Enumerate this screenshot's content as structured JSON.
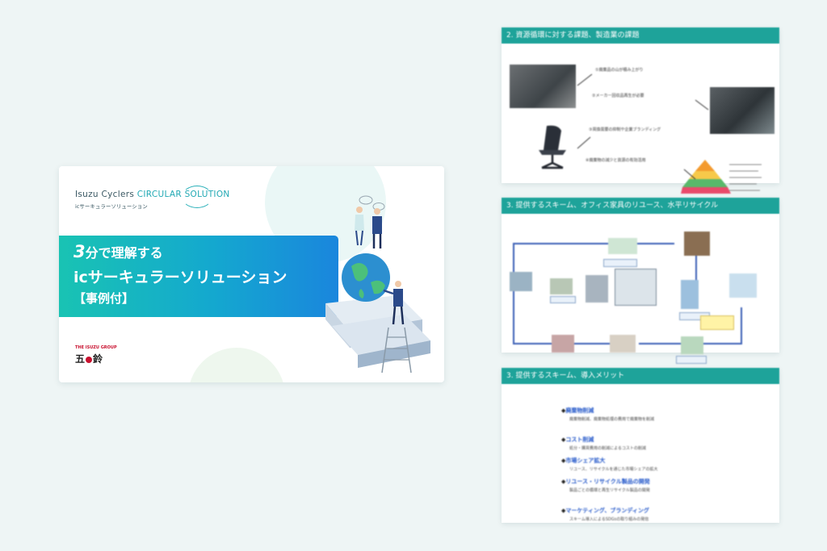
{
  "cover": {
    "brand_prefix": "Isuzu Cyclers ",
    "brand_accent": "CIRCULAR SOLUTION",
    "brand_sub": "icサーキュラーソリューション",
    "title_num": "3",
    "title_line1": "分で理解する",
    "title_line2": "icサーキュラーソリューション",
    "title_line3": "【事例付】",
    "group_label": "THE ISUZU GROUP",
    "group_logo_left": "五",
    "group_logo_right": "鈴"
  },
  "slides": [
    {
      "header": "2. 資源循環に対する課題、製造業の課題",
      "notes": [
        "①廃棄品の山が積み上がり",
        "②メーカー回収品再生が必要",
        "③買換需要の抑制や企業ブランディング",
        "④廃棄物の減少と資源の有効活用"
      ]
    },
    {
      "header": "3. 提供するスキーム、オフィス家具のリユース、水平リサイクル"
    },
    {
      "header": "3. 提供するスキーム、導入メリット",
      "bullets": [
        {
          "head": "廃棄物削減",
          "text": "廃棄物削減、廃棄物処理の費用で廃棄物を削減"
        },
        {
          "head": "コスト削減",
          "text": "処分・購買費用の削減によるコストの削減"
        },
        {
          "head": "市場シェア拡大",
          "text": "リユース、リサイクルを通じた市場シェアの拡大"
        },
        {
          "head": "リユース・リサイクル製品の開発",
          "text": "製品ごとの循環と再生リサイクル製品の開発"
        },
        {
          "head": "マーケティング、ブランディング",
          "text": "スキーム導入によるSDGsの取り組みの発信"
        }
      ]
    }
  ],
  "colors": {
    "background": "#eef5f5",
    "band_start": "#19c3b3",
    "band_end": "#1a86dd",
    "slide_header": "#1ea39a",
    "brand_accent": "#22a9b4",
    "group_red": "#c8102e"
  }
}
